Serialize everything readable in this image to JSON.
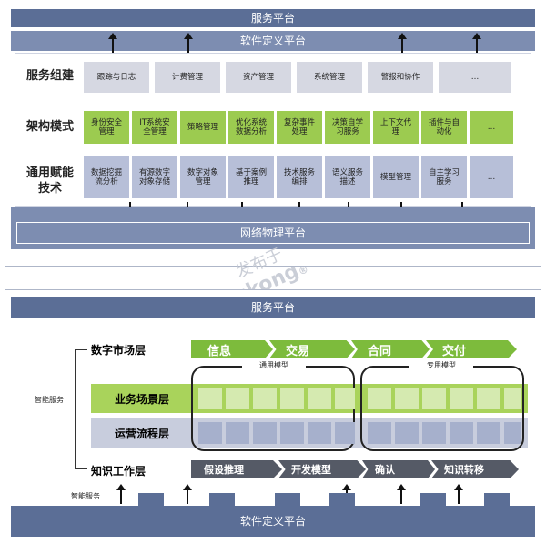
{
  "top": {
    "service_platform": "服务平台",
    "software_platform": "软件定义平台",
    "network_platform": "网络物理平台",
    "rows": [
      {
        "label": "服务组建",
        "items": [
          "跟踪与日志",
          "计费管理",
          "资产管理",
          "系统管理",
          "警报和协作",
          "…"
        ]
      },
      {
        "label": "架构模式",
        "items": [
          "身份安全\n管理",
          "IT系统安\n全管理",
          "策略管理",
          "优化系统\n数据分析",
          "复杂事件\n处理",
          "决策自学\n习服务",
          "上下文代\n理",
          "插件与自\n动化",
          "…"
        ]
      },
      {
        "label": "通用赋能\n技术",
        "items": [
          "数据挖掘\n流分析",
          "有源数字\n对象存储",
          "数字对象\n管理",
          "基于案例\n推理",
          "技术服务\n编排",
          "语义服务\n描述",
          "模型管理",
          "自主学习\n服务",
          "…"
        ]
      }
    ]
  },
  "watermark": {
    "line1": "发布于",
    "line2": "gongkong",
    "mark": "®"
  },
  "bottom": {
    "service_platform": "服务平台",
    "software_platform": "软件定义平台",
    "left_label_top": "智能服务",
    "left_label_bottom": "智能服务",
    "layers": [
      "数字市场层",
      "业务场景层",
      "运营流程层",
      "知识工作层"
    ],
    "market_steps": [
      "信息",
      "交易",
      "合同",
      "交付"
    ],
    "knowledge_steps": [
      "假设推理",
      "开发模型",
      "确认",
      "知识转移"
    ],
    "general_model": "通用模型",
    "special_model": "专用模型"
  },
  "colors": {
    "bar": "#5b6e96",
    "green": "#7dbb3c",
    "gray_box": "#d6d8e2",
    "green_box": "#9ccb50",
    "blue_box": "#b7bfd8",
    "dark": "#555a66"
  }
}
